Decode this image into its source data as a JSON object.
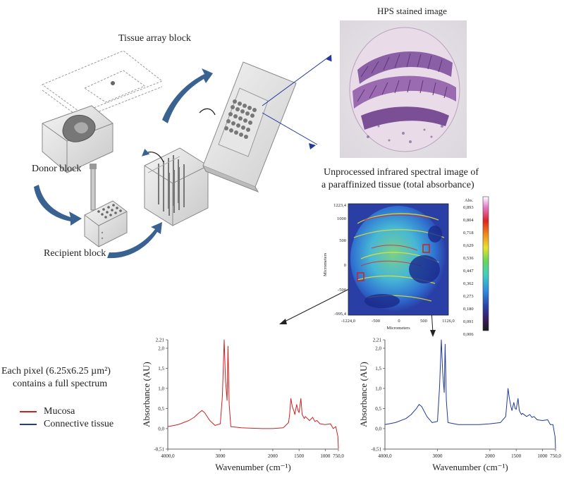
{
  "labels": {
    "tissue_array_block": "Tissue array block",
    "donor_block": "Donor block",
    "recipient_block": "Recipient block",
    "hps_title": "HPS stained image",
    "ir_title_line1": "Unprocessed infrared spectral image  of",
    "ir_title_line2": "a paraffinized tissue (total absorbance)",
    "pixel_note_line1": "Each pixel  (6.25x6.25  µm²)",
    "pixel_note_line2": "contains a full spectrum"
  },
  "legend": [
    {
      "label": "Mucosa",
      "color": "#cc2222"
    },
    {
      "label": "Connective tissue",
      "color": "#223a99"
    }
  ],
  "ir_map": {
    "x_axis_label": "Micrometers",
    "y_axis_label": "Micrometers",
    "x_ticks": [
      "-1224,0",
      "-500",
      "0",
      "500",
      "1126,0"
    ],
    "y_ticks": [
      "1223,4",
      "1000",
      "500",
      "0",
      "-500",
      "-995,4"
    ],
    "colorbar_title": "Abs.",
    "colorbar_ticks": [
      "0,893",
      "0,804",
      "0,718",
      "0,629",
      "0,536",
      "0,447",
      "0,362",
      "0,273",
      "0,180",
      "0,091",
      "0,006"
    ]
  },
  "colors": {
    "mucosa": "#cc2222",
    "connective": "#223a99",
    "curved_arrow": "#3a6290",
    "map_bg": "#2a3fa6"
  },
  "chart_data": [
    {
      "type": "line",
      "series": [
        {
          "name": "Mucosa",
          "color": "#cc2222",
          "x": [
            4000,
            3800,
            3600,
            3500,
            3400,
            3350,
            3300,
            3200,
            3100,
            3000,
            2960,
            2925,
            2900,
            2870,
            2853,
            2830,
            2800,
            2600,
            2400,
            2200,
            2000,
            1800,
            1700,
            1680,
            1655,
            1630,
            1600,
            1580,
            1545,
            1520,
            1500,
            1465,
            1440,
            1400,
            1380,
            1300,
            1240,
            1200,
            1160,
            1100,
            1000,
            900,
            850,
            800,
            760,
            750
          ],
          "y": [
            0.05,
            0.1,
            0.2,
            0.28,
            0.4,
            0.45,
            0.4,
            0.2,
            0.08,
            0.12,
            0.8,
            2.21,
            1.2,
            0.7,
            2.05,
            0.6,
            0.05,
            0.02,
            0.01,
            0.0,
            0.0,
            0.02,
            0.15,
            0.35,
            0.75,
            0.55,
            0.45,
            0.35,
            0.6,
            0.45,
            0.4,
            0.75,
            0.35,
            0.25,
            0.3,
            0.2,
            0.28,
            0.18,
            0.2,
            0.12,
            0.1,
            0.12,
            0.0,
            0.05,
            -0.2,
            -0.5
          ]
        }
      ],
      "xlabel": "Wavenumber (cm⁻¹)",
      "ylabel": "Absorbance (AU)",
      "xlim": [
        4000,
        750
      ],
      "ylim": [
        -0.51,
        2.21
      ],
      "x_ticks": [
        "4000,0",
        "3000",
        "2000",
        "1500",
        "1000",
        "750,0"
      ],
      "y_ticks": [
        "2,21",
        "2,0",
        "1,5",
        "1,0",
        "0,5",
        "0,0",
        "-0,51"
      ]
    },
    {
      "type": "line",
      "series": [
        {
          "name": "Connective tissue",
          "color": "#223a99",
          "x": [
            4000,
            3800,
            3600,
            3500,
            3400,
            3350,
            3300,
            3200,
            3100,
            3000,
            2960,
            2925,
            2900,
            2870,
            2853,
            2830,
            2800,
            2600,
            2400,
            2200,
            2000,
            1800,
            1700,
            1680,
            1655,
            1630,
            1600,
            1580,
            1545,
            1520,
            1500,
            1465,
            1440,
            1400,
            1380,
            1300,
            1240,
            1200,
            1160,
            1100,
            1000,
            900,
            850,
            800,
            760,
            750
          ],
          "y": [
            0.1,
            0.15,
            0.25,
            0.35,
            0.5,
            0.6,
            0.55,
            0.3,
            0.15,
            0.18,
            1.0,
            2.21,
            1.4,
            0.9,
            2.1,
            0.7,
            0.15,
            0.1,
            0.1,
            0.1,
            0.12,
            0.15,
            0.3,
            0.6,
            1.0,
            0.75,
            0.55,
            0.45,
            0.65,
            0.5,
            0.48,
            0.75,
            0.45,
            0.35,
            0.38,
            0.3,
            0.35,
            0.28,
            0.3,
            0.22,
            0.2,
            0.22,
            0.1,
            0.1,
            -0.2,
            -0.5
          ]
        }
      ],
      "xlabel": "Wavenumber (cm⁻¹)",
      "ylabel": "Absorbance (AU)",
      "xlim": [
        4000,
        750
      ],
      "ylim": [
        -0.51,
        2.21
      ],
      "x_ticks": [
        "4000,0",
        "3000",
        "2000",
        "1500",
        "1000",
        "750,0"
      ],
      "y_ticks": [
        "2,21",
        "2,0",
        "1,5",
        "1,0",
        "0,5",
        "0,0",
        "-0,51"
      ]
    }
  ]
}
